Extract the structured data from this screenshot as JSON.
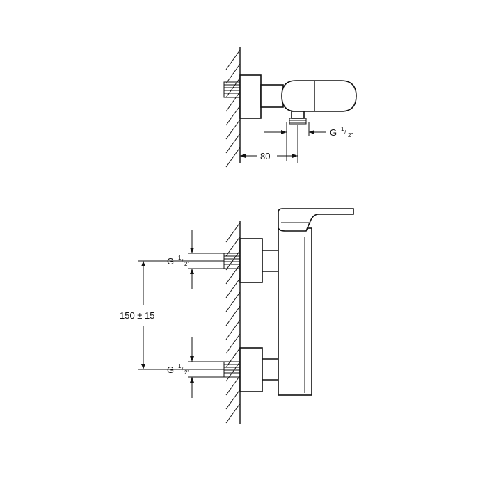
{
  "top_view": {
    "thread_label": "G",
    "thread_fraction_num": "1",
    "thread_fraction_den": "2\"",
    "offset_dimension": "80"
  },
  "front_view": {
    "upper_thread_label": "G",
    "upper_thread_fraction_num": "1",
    "upper_thread_fraction_den": "2\"",
    "spacing_dimension": "150 ± 15",
    "lower_thread_label": "G",
    "lower_thread_fraction_num": "1",
    "lower_thread_fraction_den": "2\""
  }
}
